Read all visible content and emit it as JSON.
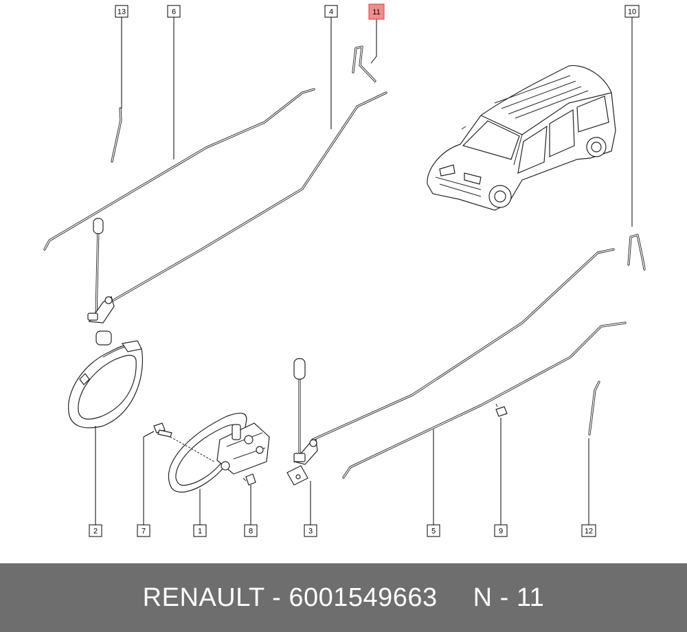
{
  "callouts": [
    {
      "num": "13"
    },
    {
      "num": "6"
    },
    {
      "num": "4"
    },
    {
      "num": "11",
      "highlighted": true
    },
    {
      "num": "10"
    },
    {
      "num": "2"
    },
    {
      "num": "7"
    },
    {
      "num": "1"
    },
    {
      "num": "8"
    },
    {
      "num": "3"
    },
    {
      "num": "5"
    },
    {
      "num": "9"
    },
    {
      "num": "12"
    }
  ],
  "colors": {
    "highlight_fill": "#f28c8c",
    "highlight_stroke": "#d23c3c",
    "footer_bg": "#6e6e6e",
    "footer_text": "#ffffff"
  },
  "footer": {
    "brand": "RENAULT",
    "separator": " - ",
    "part_number": "6001549663",
    "ref": "N - 11"
  }
}
